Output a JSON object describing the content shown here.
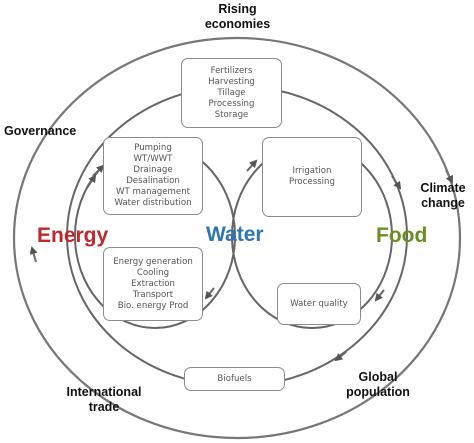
{
  "outer_labels": {
    "top_line1": "Rising",
    "top_line2": "economies",
    "left_top": "Governance",
    "right_line1": "Climate",
    "right_line2": "change",
    "bottom_left_line1": "International",
    "bottom_left_line2": "trade",
    "bottom_right_line1": "Global",
    "bottom_right_line2": "population"
  },
  "nodes": {
    "energy": "Energy",
    "water": "Water",
    "food": "Food"
  },
  "boxes": {
    "food_energy": [
      "Fertilizers",
      "Harvesting",
      "Tillage",
      "Processing",
      "Storage"
    ],
    "water_for_energy": [
      "Pumping",
      "WT/WWT",
      "Drainage",
      "Desalination",
      "WT management",
      "Water distribution"
    ],
    "water_for_food": [
      "Irrigation",
      "Processing"
    ],
    "energy_for_water": [
      "Energy generation",
      "Cooling",
      "Extraction",
      "Transport",
      "Bio. energy Prod"
    ],
    "water_quality": [
      "Water quality"
    ],
    "biofuels": [
      "Biofuels"
    ]
  },
  "colors": {
    "energy": "#c0272d",
    "water": "#2e75b6",
    "food": "#6b8e23",
    "lines": "#555555"
  }
}
